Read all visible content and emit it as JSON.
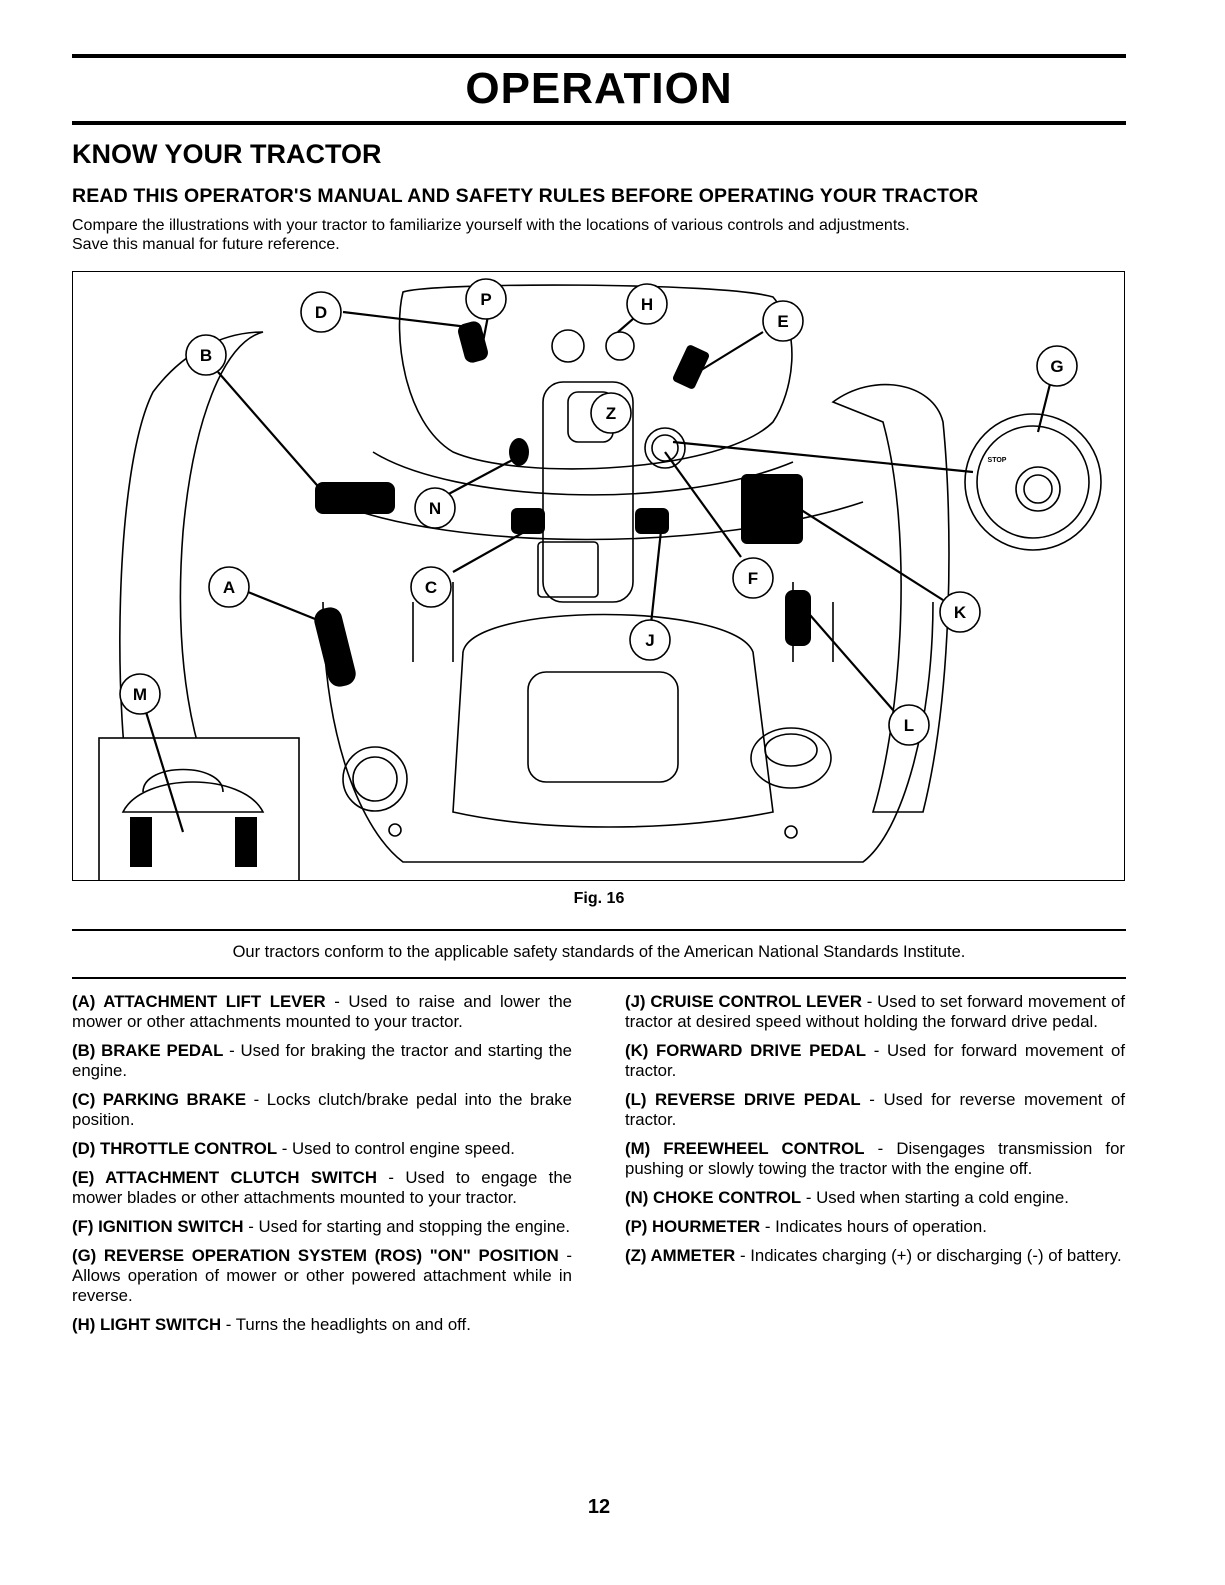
{
  "header": {
    "title": "OPERATION",
    "section_title": "KNOW YOUR TRACTOR",
    "subtitle": "READ THIS OPERATOR'S MANUAL AND SAFETY RULES BEFORE OPERATING YOUR TRACTOR",
    "intro_line1": "Compare the illustrations with your tractor to familiarize yourself with the locations of various controls and adjustments.",
    "intro_line2": "Save this manual for future reference."
  },
  "figure": {
    "caption": "Fig. 16",
    "callouts": [
      "A",
      "B",
      "C",
      "D",
      "E",
      "F",
      "G",
      "H",
      "J",
      "K",
      "L",
      "M",
      "N",
      "P",
      "Z"
    ]
  },
  "standards_note": "Our tractors conform to the applicable safety standards of the American National Standards Institute.",
  "legend": {
    "left": [
      {
        "term": "(A) ATTACHMENT LIFT LEVER",
        "desc": " - Used to raise and lower the mower or other attachments mounted to your tractor."
      },
      {
        "term": "(B) BRAKE PEDAL",
        "desc": " - Used for braking the tractor and starting the engine."
      },
      {
        "term": "(C) PARKING BRAKE",
        "desc": " - Locks clutch/brake pedal into the brake position."
      },
      {
        "term": "(D) THROTTLE CONTROL",
        "desc": " - Used to control engine speed."
      },
      {
        "term": "(E) ATTACHMENT CLUTCH SWITCH",
        "desc": " - Used to engage the mower blades or other attachments mounted to your tractor."
      },
      {
        "term": "(F) IGNITION SWITCH",
        "desc": " - Used for starting and stopping the engine."
      },
      {
        "term": "(G) REVERSE OPERATION SYSTEM (ROS) \"ON\" POSITION",
        "desc": " - Allows operation of mower or other powered attachment while in reverse."
      },
      {
        "term": "(H) LIGHT SWITCH",
        "desc": " - Turns the headlights on and off."
      }
    ],
    "right": [
      {
        "term": "(J) CRUISE CONTROL LEVER",
        "desc": " - Used to set forward movement of tractor at desired speed without holding the forward drive pedal."
      },
      {
        "term": "(K) FORWARD DRIVE PEDAL",
        "desc": " - Used for forward movement of tractor."
      },
      {
        "term": "(L) REVERSE DRIVE PEDAL",
        "desc": " - Used for reverse movement of tractor."
      },
      {
        "term": "(M) FREEWHEEL CONTROL",
        "desc": " - Disengages transmission for pushing or slowly towing the tractor with the engine off."
      },
      {
        "term": "(N) CHOKE CONTROL",
        "desc": " - Used when starting a cold engine."
      },
      {
        "term": "(P) HOURMETER",
        "desc": " - Indicates hours of operation."
      },
      {
        "term": "(Z) AMMETER",
        "desc": " - Indicates charging (+) or discharging (-) of battery."
      }
    ]
  },
  "ignition_dial_labels": {
    "stop": "STOP"
  },
  "page_number": "12"
}
